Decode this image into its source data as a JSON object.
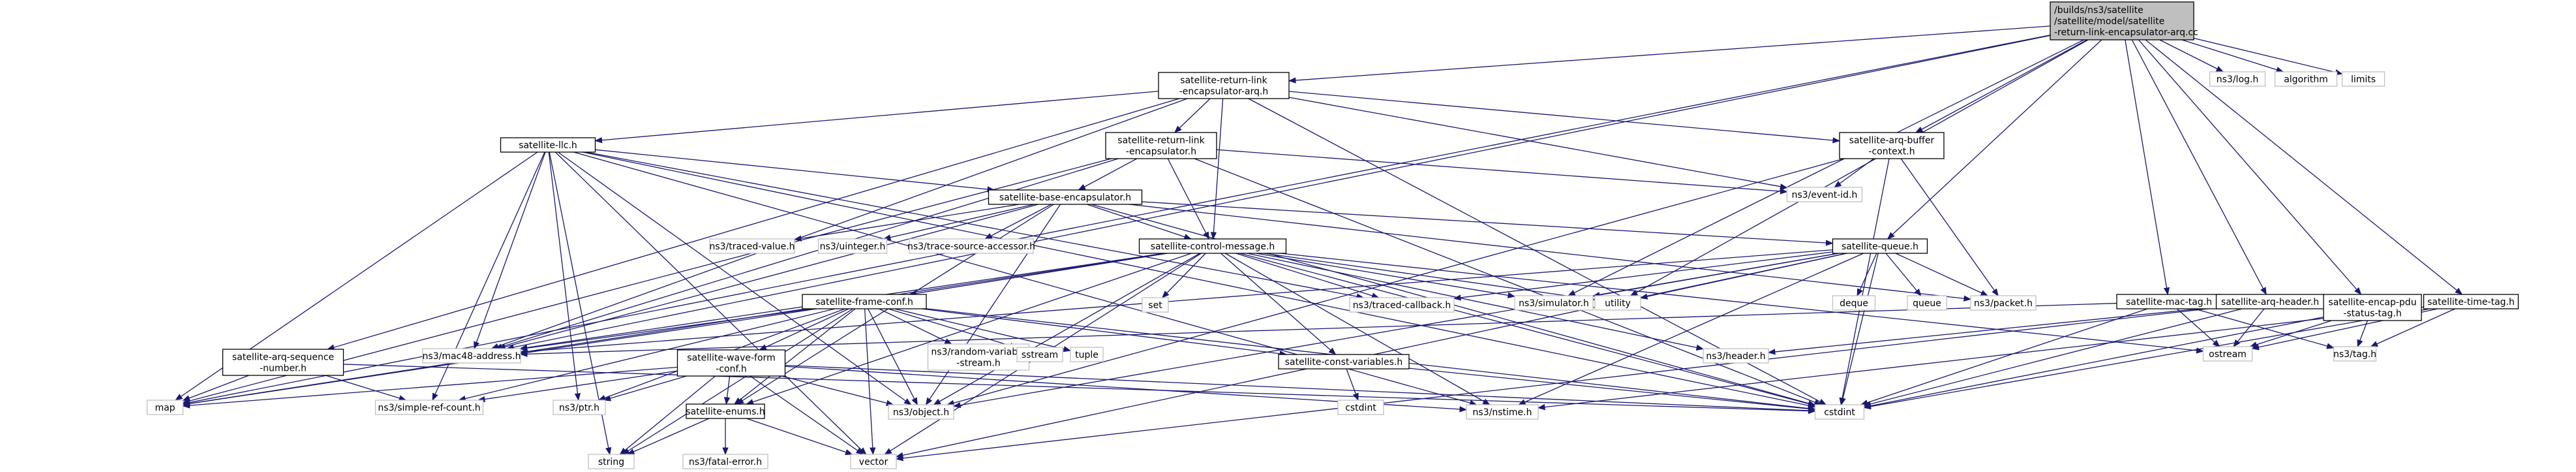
{
  "colors": {
    "edge": "#191970",
    "root_fill": "#bfbfbf",
    "node_fill": "#ffffff",
    "local_border": "#000000",
    "external_border": "#c0c0c0"
  },
  "nodes": [
    {
      "id": "root",
      "kind": "root",
      "lines": [
        "/builds/ns3/satellite",
        "/satellite/model/satellite",
        "-return-link-encapsulator-arq.cc"
      ]
    },
    {
      "id": "rle_arq_h",
      "kind": "local",
      "lines": [
        "satellite-return-link",
        "-encapsulator-arq.h"
      ]
    },
    {
      "id": "llc_h",
      "kind": "local",
      "lines": [
        "satellite-llc.h"
      ]
    },
    {
      "id": "rle_h",
      "kind": "local",
      "lines": [
        "satellite-return-link",
        "-encapsulator.h"
      ]
    },
    {
      "id": "arqbuf_h",
      "kind": "local",
      "lines": [
        "satellite-arq-buffer",
        "-context.h"
      ]
    },
    {
      "id": "base_enc_h",
      "kind": "local",
      "lines": [
        "satellite-base-encapsulator.h"
      ]
    },
    {
      "id": "ctrl_msg_h",
      "kind": "local",
      "lines": [
        "satellite-control-message.h"
      ]
    },
    {
      "id": "queue_h",
      "kind": "local",
      "lines": [
        "satellite-queue.h"
      ]
    },
    {
      "id": "frame_conf_h",
      "kind": "local",
      "lines": [
        "satellite-frame-conf.h"
      ]
    },
    {
      "id": "arq_seq_h",
      "kind": "local",
      "lines": [
        "satellite-arq-sequence",
        "-number.h"
      ]
    },
    {
      "id": "wave_form_h",
      "kind": "local",
      "lines": [
        "satellite-wave-form",
        "-conf.h"
      ]
    },
    {
      "id": "const_vars_h",
      "kind": "local",
      "lines": [
        "satellite-const-variables.h"
      ]
    },
    {
      "id": "enums_h",
      "kind": "local",
      "lines": [
        "satellite-enums.h"
      ]
    },
    {
      "id": "mac_tag_h",
      "kind": "local",
      "lines": [
        "satellite-mac-tag.h"
      ]
    },
    {
      "id": "arq_header_h",
      "kind": "local",
      "lines": [
        "satellite-arq-header.h"
      ]
    },
    {
      "id": "encap_pdu_h",
      "kind": "local",
      "lines": [
        "satellite-encap-pdu",
        "-status-tag.h"
      ]
    },
    {
      "id": "time_tag_h",
      "kind": "local",
      "lines": [
        "satellite-time-tag.h"
      ]
    },
    {
      "id": "ns3_log",
      "kind": "ext",
      "lines": [
        "ns3/log.h"
      ]
    },
    {
      "id": "algorithm",
      "kind": "ext",
      "lines": [
        "algorithm"
      ]
    },
    {
      "id": "limits",
      "kind": "ext",
      "lines": [
        "limits"
      ]
    },
    {
      "id": "event_id",
      "kind": "ext",
      "lines": [
        "ns3/event-id.h"
      ]
    },
    {
      "id": "traced_value",
      "kind": "ext",
      "lines": [
        "ns3/traced-value.h"
      ]
    },
    {
      "id": "uinteger",
      "kind": "ext",
      "lines": [
        "ns3/uinteger.h"
      ]
    },
    {
      "id": "trace_src",
      "kind": "ext",
      "lines": [
        "ns3/trace-source-accessor.h"
      ]
    },
    {
      "id": "set",
      "kind": "ext",
      "lines": [
        "set"
      ]
    },
    {
      "id": "traced_cb",
      "kind": "ext",
      "lines": [
        "ns3/traced-callback.h"
      ]
    },
    {
      "id": "simulator",
      "kind": "ext",
      "lines": [
        "ns3/simulator.h"
      ]
    },
    {
      "id": "utility",
      "kind": "ext",
      "lines": [
        "utility"
      ]
    },
    {
      "id": "deque",
      "kind": "ext",
      "lines": [
        "deque"
      ]
    },
    {
      "id": "queue",
      "kind": "ext",
      "lines": [
        "queue"
      ]
    },
    {
      "id": "packet",
      "kind": "ext",
      "lines": [
        "ns3/packet.h"
      ]
    },
    {
      "id": "mac48",
      "kind": "ext",
      "lines": [
        "ns3/mac48-address.h"
      ]
    },
    {
      "id": "random_var",
      "kind": "ext",
      "lines": [
        "ns3/random-variable",
        "-stream.h"
      ]
    },
    {
      "id": "sstream",
      "kind": "ext",
      "lines": [
        "sstream"
      ]
    },
    {
      "id": "tuple",
      "kind": "ext",
      "lines": [
        "tuple"
      ]
    },
    {
      "id": "header",
      "kind": "ext",
      "lines": [
        "ns3/header.h"
      ]
    },
    {
      "id": "ostream",
      "kind": "ext",
      "lines": [
        "ostream"
      ]
    },
    {
      "id": "tag",
      "kind": "ext",
      "lines": [
        "ns3/tag.h"
      ]
    },
    {
      "id": "map",
      "kind": "ext",
      "lines": [
        "map"
      ]
    },
    {
      "id": "simple_ref",
      "kind": "ext",
      "lines": [
        "ns3/simple-ref-count.h"
      ]
    },
    {
      "id": "ptr",
      "kind": "ext",
      "lines": [
        "ns3/ptr.h"
      ]
    },
    {
      "id": "object",
      "kind": "ext",
      "lines": [
        "ns3/object.h"
      ]
    },
    {
      "id": "nstime",
      "kind": "ext",
      "lines": [
        "ns3/nstime.h"
      ]
    },
    {
      "id": "cstdint",
      "kind": "ext",
      "lines": [
        "cstdint"
      ]
    },
    {
      "id": "cstdint2",
      "kind": "ext",
      "lines": [
        "cstdint"
      ]
    },
    {
      "id": "fatal_err",
      "kind": "ext",
      "lines": [
        "ns3/fatal-error.h"
      ]
    },
    {
      "id": "vector",
      "kind": "ext",
      "lines": [
        "vector"
      ]
    },
    {
      "id": "string",
      "kind": "ext",
      "lines": [
        "string"
      ]
    }
  ],
  "edges": [
    [
      "root",
      "rle_arq_h"
    ],
    [
      "root",
      "ns3_log"
    ],
    [
      "root",
      "algorithm"
    ],
    [
      "root",
      "limits"
    ],
    [
      "root",
      "arqbuf_h"
    ],
    [
      "root",
      "queue_h"
    ],
    [
      "root",
      "mac_tag_h"
    ],
    [
      "root",
      "arq_header_h"
    ],
    [
      "root",
      "encap_pdu_h"
    ],
    [
      "root",
      "time_tag_h"
    ],
    [
      "root",
      "map"
    ],
    [
      "root",
      "mac48"
    ],
    [
      "root",
      "simulator"
    ],
    [
      "root",
      "utility"
    ],
    [
      "rle_arq_h",
      "llc_h"
    ],
    [
      "rle_arq_h",
      "rle_h"
    ],
    [
      "rle_arq_h",
      "arqbuf_h"
    ],
    [
      "rle_arq_h",
      "arq_seq_h"
    ],
    [
      "rle_arq_h",
      "ctrl_msg_h"
    ],
    [
      "rle_arq_h",
      "event_id"
    ],
    [
      "rle_arq_h",
      "cstdint"
    ],
    [
      "rle_arq_h",
      "mac48"
    ],
    [
      "llc_h",
      "base_enc_h"
    ],
    [
      "llc_h",
      "map"
    ],
    [
      "llc_h",
      "string"
    ],
    [
      "llc_h",
      "simple_ref"
    ],
    [
      "llc_h",
      "ptr"
    ],
    [
      "llc_h",
      "mac48"
    ],
    [
      "llc_h",
      "object"
    ],
    [
      "llc_h",
      "traced_cb"
    ],
    [
      "llc_h",
      "vector"
    ],
    [
      "llc_h",
      "cstdint"
    ],
    [
      "llc_h",
      "nstime"
    ],
    [
      "rle_h",
      "base_enc_h"
    ],
    [
      "rle_h",
      "ctrl_msg_h"
    ],
    [
      "rle_h",
      "event_id"
    ],
    [
      "rle_h",
      "map"
    ],
    [
      "rle_h",
      "cstdint"
    ],
    [
      "rle_h",
      "mac48"
    ],
    [
      "arqbuf_h",
      "event_id"
    ],
    [
      "arqbuf_h",
      "packet"
    ],
    [
      "arqbuf_h",
      "object"
    ],
    [
      "arqbuf_h",
      "cstdint"
    ],
    [
      "base_enc_h",
      "ctrl_msg_h"
    ],
    [
      "base_enc_h",
      "queue_h"
    ],
    [
      "base_enc_h",
      "traced_value"
    ],
    [
      "base_enc_h",
      "uinteger"
    ],
    [
      "base_enc_h",
      "trace_src"
    ],
    [
      "base_enc_h",
      "object"
    ],
    [
      "base_enc_h",
      "mac48"
    ],
    [
      "base_enc_h",
      "packet"
    ],
    [
      "base_enc_h",
      "cstdint"
    ],
    [
      "base_enc_h",
      "enums_h"
    ],
    [
      "ctrl_msg_h",
      "frame_conf_h"
    ],
    [
      "ctrl_msg_h",
      "set"
    ],
    [
      "ctrl_msg_h",
      "traced_cb"
    ],
    [
      "ctrl_msg_h",
      "simulator"
    ],
    [
      "ctrl_msg_h",
      "utility"
    ],
    [
      "ctrl_msg_h",
      "header"
    ],
    [
      "ctrl_msg_h",
      "mac48"
    ],
    [
      "ctrl_msg_h",
      "map"
    ],
    [
      "ctrl_msg_h",
      "object"
    ],
    [
      "ctrl_msg_h",
      "nstime"
    ],
    [
      "ctrl_msg_h",
      "vector"
    ],
    [
      "ctrl_msg_h",
      "cstdint"
    ],
    [
      "ctrl_msg_h",
      "ostream"
    ],
    [
      "ctrl_msg_h",
      "enums_h"
    ],
    [
      "ctrl_msg_h",
      "const_vars_h"
    ],
    [
      "queue_h",
      "traced_cb"
    ],
    [
      "queue_h",
      "deque"
    ],
    [
      "queue_h",
      "queue"
    ],
    [
      "queue_h",
      "packet"
    ],
    [
      "queue_h",
      "utility"
    ],
    [
      "queue_h",
      "simulator"
    ],
    [
      "queue_h",
      "object"
    ],
    [
      "queue_h",
      "nstime"
    ],
    [
      "queue_h",
      "cstdint"
    ],
    [
      "queue_h",
      "vector"
    ],
    [
      "queue_h",
      "mac48"
    ],
    [
      "frame_conf_h",
      "wave_form_h"
    ],
    [
      "frame_conf_h",
      "random_var"
    ],
    [
      "frame_conf_h",
      "sstream"
    ],
    [
      "frame_conf_h",
      "tuple"
    ],
    [
      "frame_conf_h",
      "const_vars_h"
    ],
    [
      "frame_conf_h",
      "enums_h"
    ],
    [
      "frame_conf_h",
      "map"
    ],
    [
      "frame_conf_h",
      "ptr"
    ],
    [
      "frame_conf_h",
      "simple_ref"
    ],
    [
      "frame_conf_h",
      "mac48"
    ],
    [
      "frame_conf_h",
      "object"
    ],
    [
      "frame_conf_h",
      "string"
    ],
    [
      "frame_conf_h",
      "vector"
    ],
    [
      "frame_conf_h",
      "cstdint"
    ],
    [
      "wave_form_h",
      "enums_h"
    ],
    [
      "wave_form_h",
      "map"
    ],
    [
      "wave_form_h",
      "simple_ref"
    ],
    [
      "wave_form_h",
      "ptr"
    ],
    [
      "wave_form_h",
      "object"
    ],
    [
      "wave_form_h",
      "string"
    ],
    [
      "wave_form_h",
      "vector"
    ],
    [
      "wave_form_h",
      "nstime"
    ],
    [
      "wave_form_h",
      "cstdint"
    ],
    [
      "const_vars_h",
      "cstdint2"
    ],
    [
      "const_vars_h",
      "cstdint"
    ],
    [
      "enums_h",
      "fatal_err"
    ],
    [
      "enums_h",
      "string"
    ],
    [
      "enums_h",
      "vector"
    ],
    [
      "arq_seq_h",
      "map"
    ],
    [
      "arq_seq_h",
      "simple_ref"
    ],
    [
      "arq_seq_h",
      "cstdint"
    ],
    [
      "mac_tag_h",
      "mac48"
    ],
    [
      "mac_tag_h",
      "ostream"
    ],
    [
      "mac_tag_h",
      "tag"
    ],
    [
      "mac_tag_h",
      "cstdint"
    ],
    [
      "arq_header_h",
      "header"
    ],
    [
      "arq_header_h",
      "ostream"
    ],
    [
      "arq_header_h",
      "cstdint"
    ],
    [
      "arq_header_h",
      "vector"
    ],
    [
      "encap_pdu_h",
      "ostream"
    ],
    [
      "encap_pdu_h",
      "tag"
    ],
    [
      "encap_pdu_h",
      "cstdint"
    ],
    [
      "time_tag_h",
      "tag"
    ],
    [
      "time_tag_h",
      "nstime"
    ],
    [
      "time_tag_h",
      "ostream"
    ],
    [
      "time_tag_h",
      "cstdint"
    ]
  ]
}
